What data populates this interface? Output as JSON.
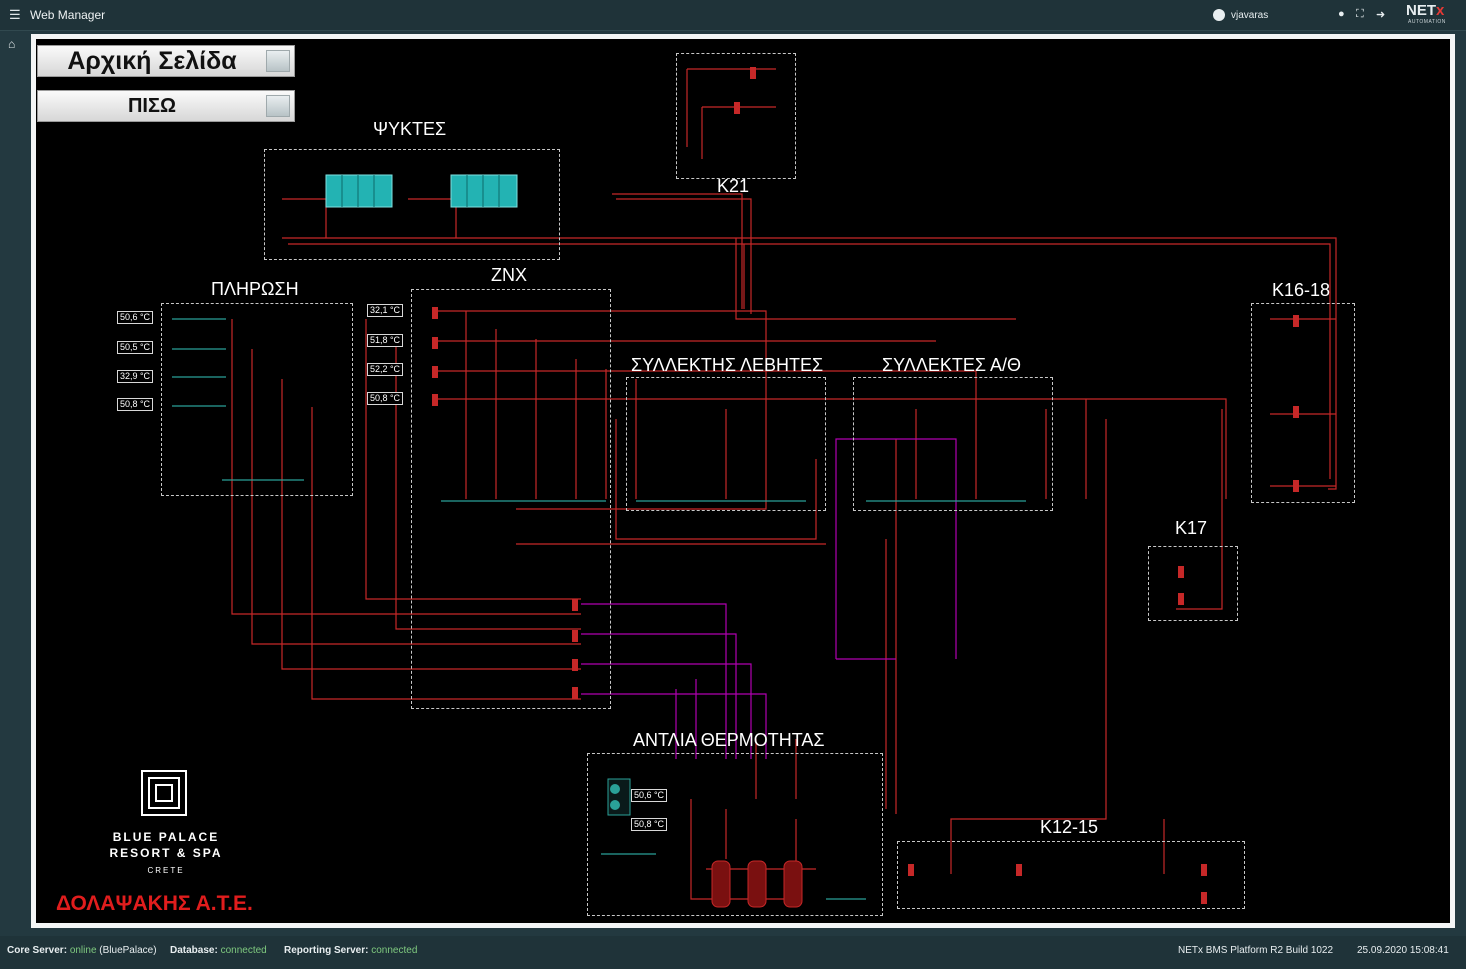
{
  "app": {
    "title": "Web Manager",
    "user": "vjavaras",
    "logo_main": "NET",
    "logo_accent": "x",
    "logo_sub": "AUTOMATION"
  },
  "nav": {
    "home": "Αρχική Σελίδα",
    "back": "ΠΙΣΩ"
  },
  "zones": {
    "chillers": "ΨΥΚΤΕΣ",
    "k21": "K21",
    "fill": "ΠΛΗΡΩΣΗ",
    "dhw": "ZNX",
    "k16_18": "K16-18",
    "boiler_collector": "ΣΥΛΛΕΚΤΗΣ ΛΕΒΗΤΕΣ",
    "hp_collectors": "ΣΥΛΛΕΚΤΕΣ Α/Θ",
    "k17": "K17",
    "heat_pump": "ΑΝΤΛΙΑ ΘΕΡΜΟΤΗΤΑΣ",
    "k12_15": "K12-15"
  },
  "temperatures": {
    "fill": [
      "50,6 °C",
      "50,5 °C",
      "32,9 °C",
      "50,8 °C"
    ],
    "dhw": [
      "32,1 °C",
      "51,8 °C",
      "52,2 °C",
      "50,8 °C"
    ],
    "heat_pump": [
      "50,6 °C",
      "50,8 °C"
    ]
  },
  "branding": {
    "resort_name_1": "BLUE PALACE",
    "resort_name_2": "RESORT & SPA",
    "resort_location": "CRETE",
    "company": "ΔΟΛΑΨΑΚΗΣ Α.Τ.Ε."
  },
  "status": {
    "core_label": "Core Server:",
    "core_value": "online",
    "core_site": "(BluePalace)",
    "db_label": "Database:",
    "db_value": "connected",
    "rep_label": "Reporting Server:",
    "rep_value": "connected",
    "build": "NETx BMS Platform R2 Build 1022",
    "datetime": "25.09.2020 15:08:41"
  },
  "icons": [
    "menu-icon",
    "user-icon",
    "info-icon",
    "fullscreen-icon",
    "logout-icon",
    "home-icon"
  ],
  "colors": {
    "pipe_red": "#c62828",
    "pipe_magenta": "#b000b0",
    "pipe_teal": "#2aa198",
    "chiller": "#23b3b3",
    "company_red": "#e11d1d"
  }
}
